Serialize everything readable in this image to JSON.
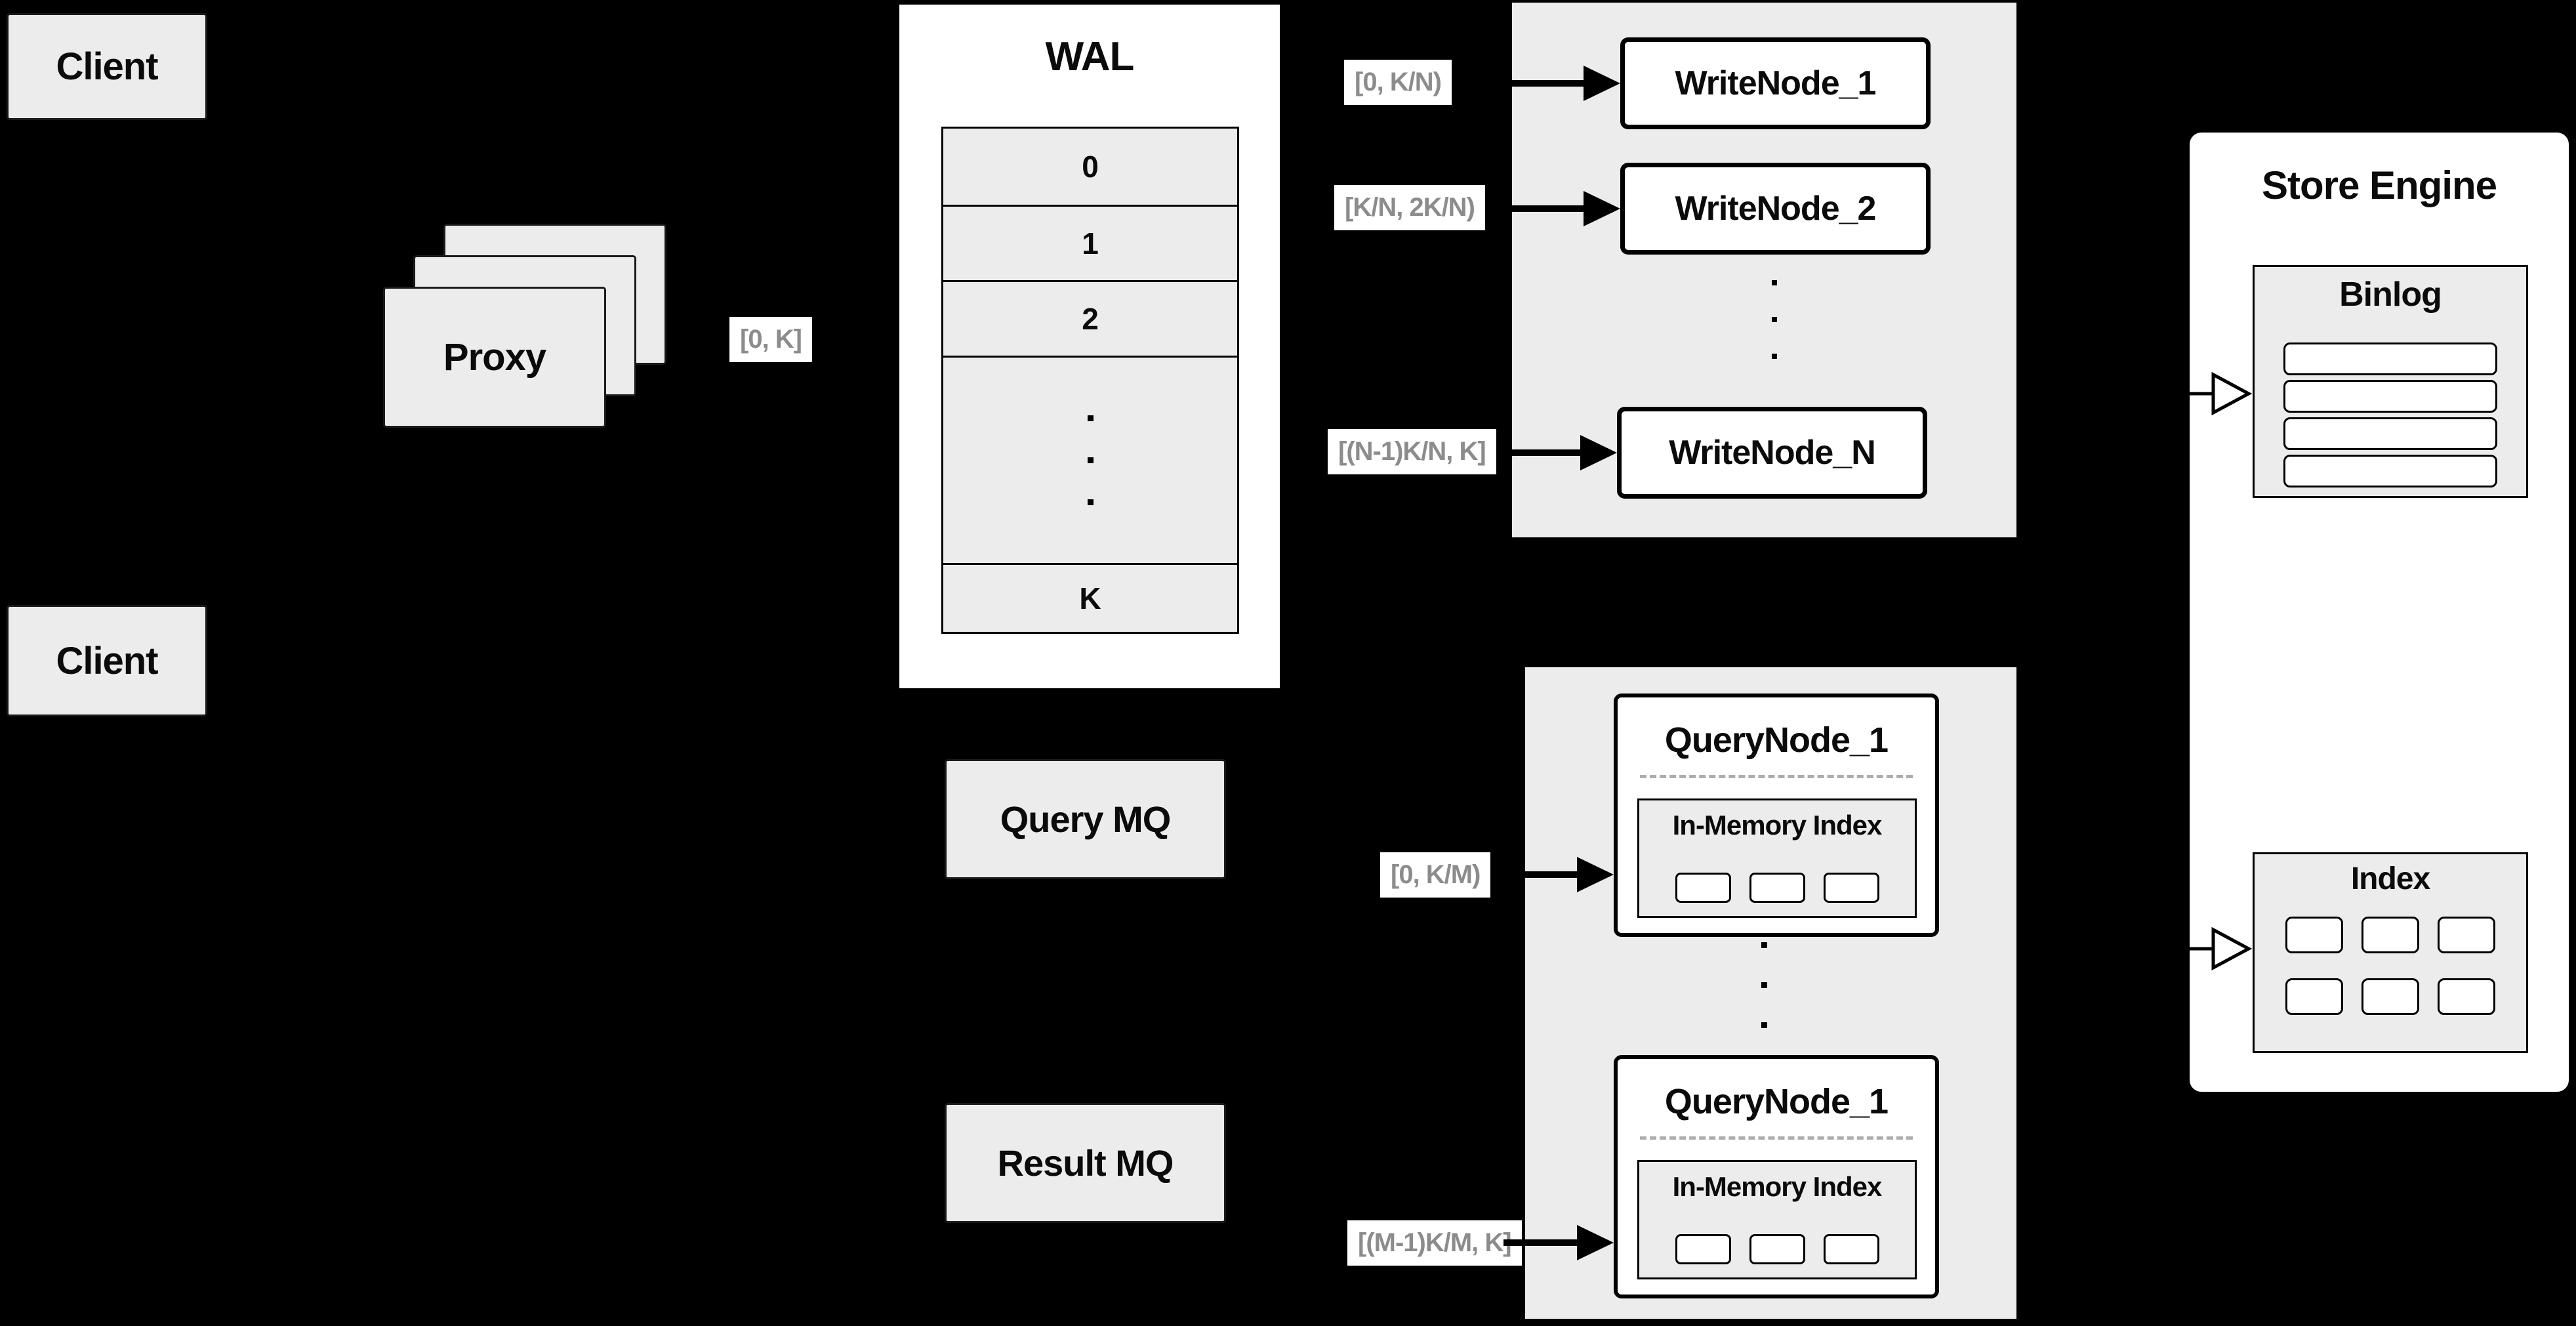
{
  "colors": {
    "background": "#000000",
    "panel_fill": "#ececec",
    "box_fill": "#ececec",
    "node_fill": "#ffffff",
    "stroke": "#000000",
    "range_label_text": "#8c8c8c",
    "divider_dash": "#adadad"
  },
  "clients": {
    "top_label": "Client",
    "bottom_label": "Client"
  },
  "proxy": {
    "label": "Proxy"
  },
  "wal": {
    "title": "WAL",
    "rows": [
      "0",
      "1",
      "2",
      "K"
    ]
  },
  "range_labels": {
    "proxy_out": "[0, K]",
    "write_1": "[0, K/N)",
    "write_2": "[K/N, 2K/N)",
    "write_n": "[(N-1)K/N, K]",
    "query_1": "[0, K/M)",
    "query_m": "[(M-1)K/M, K]"
  },
  "write_nodes": [
    "WriteNode_1",
    "WriteNode_2",
    "WriteNode_N"
  ],
  "store_engine": {
    "title": "Store Engine",
    "binlog_title": "Binlog",
    "index_title": "Index"
  },
  "queues": {
    "query_label": "Query MQ",
    "result_label": "Result MQ"
  },
  "query_nodes": {
    "top_title": "QueryNode_1",
    "bottom_title": "QueryNode_1",
    "in_memory_title": "In-Memory Index"
  }
}
